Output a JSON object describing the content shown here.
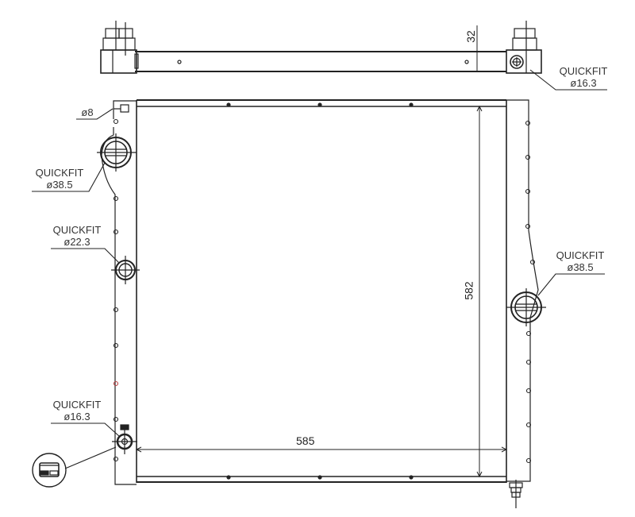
{
  "drawing": {
    "subject": "radiator",
    "views": [
      "top-view",
      "front-view"
    ],
    "line_color": "#222222",
    "background": "#ffffff"
  },
  "dimensions": {
    "top_depth": "32",
    "core_height": "582",
    "core_width": "585"
  },
  "callouts": {
    "top_right_outlet": {
      "line1": "QUICKFIT",
      "line2": "ø16.3"
    },
    "left_small_port": {
      "line1": "ø8"
    },
    "left_upper_inlet": {
      "line1": "QUICKFIT",
      "line2": "ø38.5"
    },
    "left_middle_port": {
      "line1": "QUICKFIT",
      "line2": "ø22.3"
    },
    "left_lower_port": {
      "line1": "QUICKFIT",
      "line2": "ø16.3"
    },
    "right_outlet": {
      "line1": "QUICKFIT",
      "line2": "ø38.5"
    }
  },
  "detail_icons": {
    "bottom_left_detail": "connector-detail-icon"
  }
}
